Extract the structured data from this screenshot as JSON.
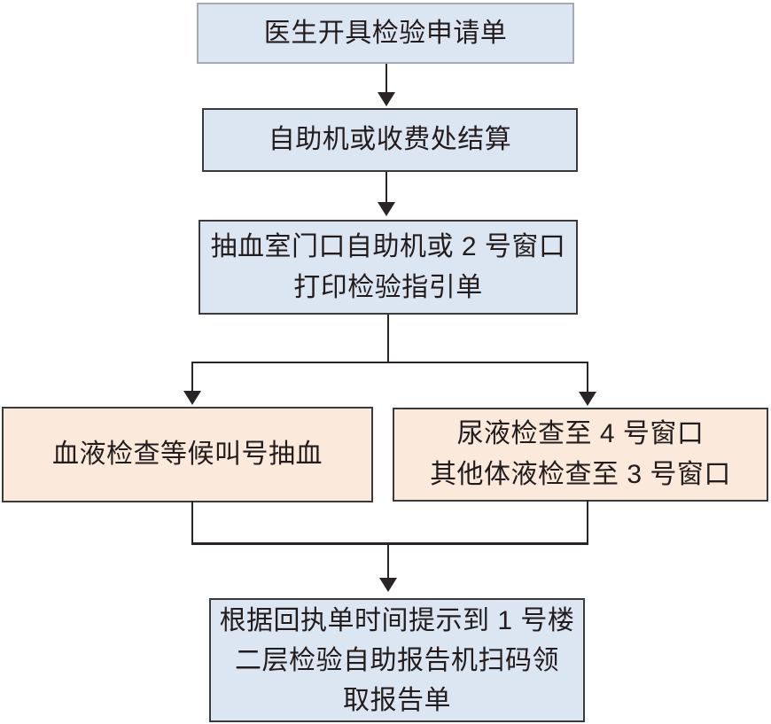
{
  "flowchart": {
    "description": "hospital-lab-test-process-flowchart",
    "background": "#ffffff",
    "line_color": "#2a2425",
    "text_color": "#221c1d",
    "colors": {
      "step_fill_blue": "#dce5f2",
      "branch_fill_peach": "#fbe9dc",
      "border_dark": "#3b3b3b",
      "border_light_grey": "#a6abb2"
    },
    "nodes": [
      {
        "id": "doctor-order",
        "lines": [
          "医生开具检验申请单"
        ],
        "fill": "#dce5f2",
        "border": "#a6abb2"
      },
      {
        "id": "settlement",
        "lines": [
          "自助机或收费处结算"
        ],
        "fill": "#dce5f2",
        "border": "#3b3b3b"
      },
      {
        "id": "print-guide",
        "lines": [
          "抽血室门口自助机或 2 号窗口",
          "打印检验指引单"
        ],
        "fill": "#dce5f2",
        "border": "#3b3b3b"
      },
      {
        "id": "blood-draw",
        "lines": [
          "血液检查等候叫号抽血"
        ],
        "fill": "#fbe9dc",
        "border": "#3b3b3b"
      },
      {
        "id": "urine-fluid",
        "lines": [
          "尿液检查至 4 号窗口",
          "其他体液检查至 3 号窗口"
        ],
        "fill": "#fbe9dc",
        "border": "#3b3b3b"
      },
      {
        "id": "report-pickup",
        "lines": [
          "根据回执单时间提示到 1 号楼",
          "二层检验自助报告机扫码领",
          "取报告单"
        ],
        "fill": "#dce5f2",
        "border": "#3b3b3b"
      }
    ]
  }
}
